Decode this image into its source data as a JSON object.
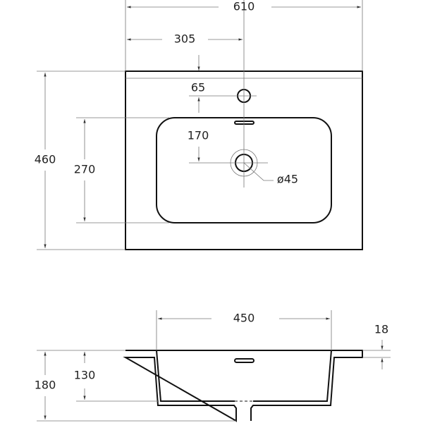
{
  "top_view": {
    "dim_width_total": "610",
    "dim_faucet_offset": "305",
    "dim_depth_total": "460",
    "dim_bowl_depth": "270",
    "dim_faucet_from_back": "65",
    "dim_drain_from_faucet": "170",
    "dim_drain_diameter": "ø45"
  },
  "side_view": {
    "dim_bowl_width": "450",
    "dim_flange_thickness": "18",
    "dim_total_height": "180",
    "dim_bowl_height": "130"
  }
}
